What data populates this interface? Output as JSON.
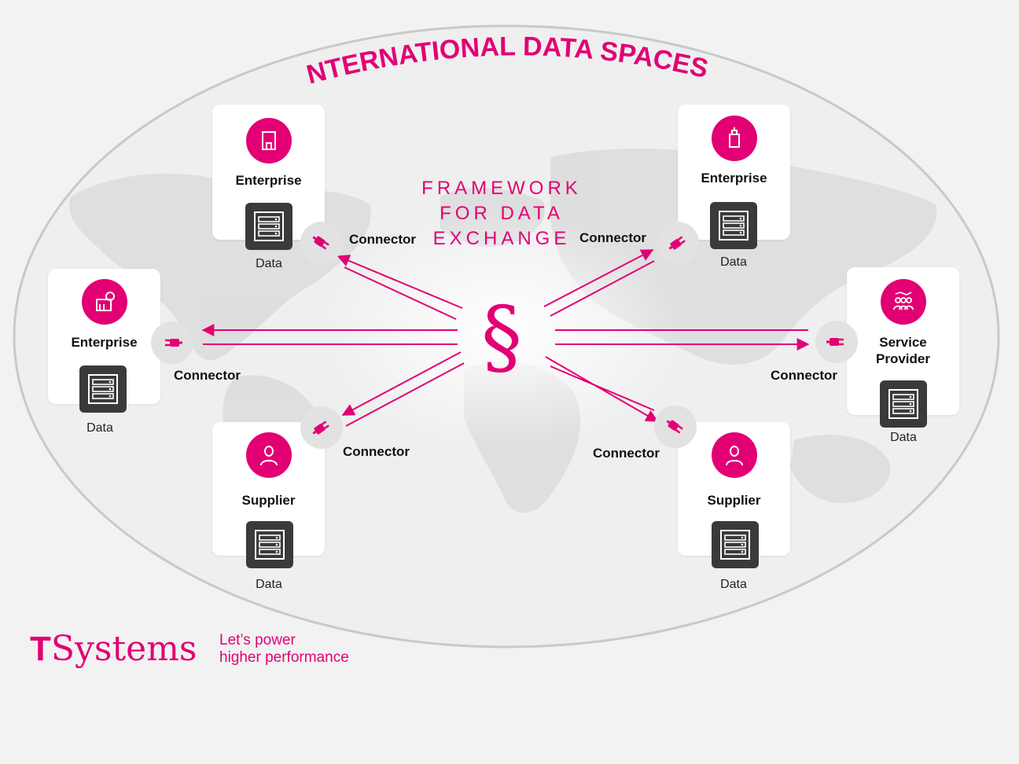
{
  "title": "INTERNATIONAL DATA SPACES",
  "framework": {
    "line1": "FRAMEWORK",
    "line2": "FOR DATA",
    "line3": "EXCHANGE",
    "symbol": "§"
  },
  "participants": {
    "enterprise_top_left": {
      "name": "Enterprise",
      "icon": "building-icon",
      "data_label": "Data",
      "connector_label": "Connector"
    },
    "enterprise_top_right": {
      "name": "Enterprise",
      "icon": "tower-icon",
      "data_label": "Data",
      "connector_label": "Connector"
    },
    "enterprise_left": {
      "name": "Enterprise",
      "icon": "factory-icon",
      "data_label": "Data",
      "connector_label": "Connector"
    },
    "service_provider": {
      "name_line1": "Service",
      "name_line2": "Provider",
      "icon": "people-network-icon",
      "data_label": "Data",
      "connector_label": "Connector"
    },
    "supplier_bottom_left": {
      "name": "Supplier",
      "icon": "person-icon",
      "data_label": "Data",
      "connector_label": "Connector"
    },
    "supplier_bottom_right": {
      "name": "Supplier",
      "icon": "person-icon",
      "data_label": "Data",
      "connector_label": "Connector"
    }
  },
  "brand": {
    "logo_t": "T",
    "logo_word": "Systems",
    "tagline_line1": "Let’s power",
    "tagline_line2": "higher performance"
  },
  "colors": {
    "accent": "#e20074",
    "background": "#f2f2f2",
    "server": "#3a3a3a"
  }
}
